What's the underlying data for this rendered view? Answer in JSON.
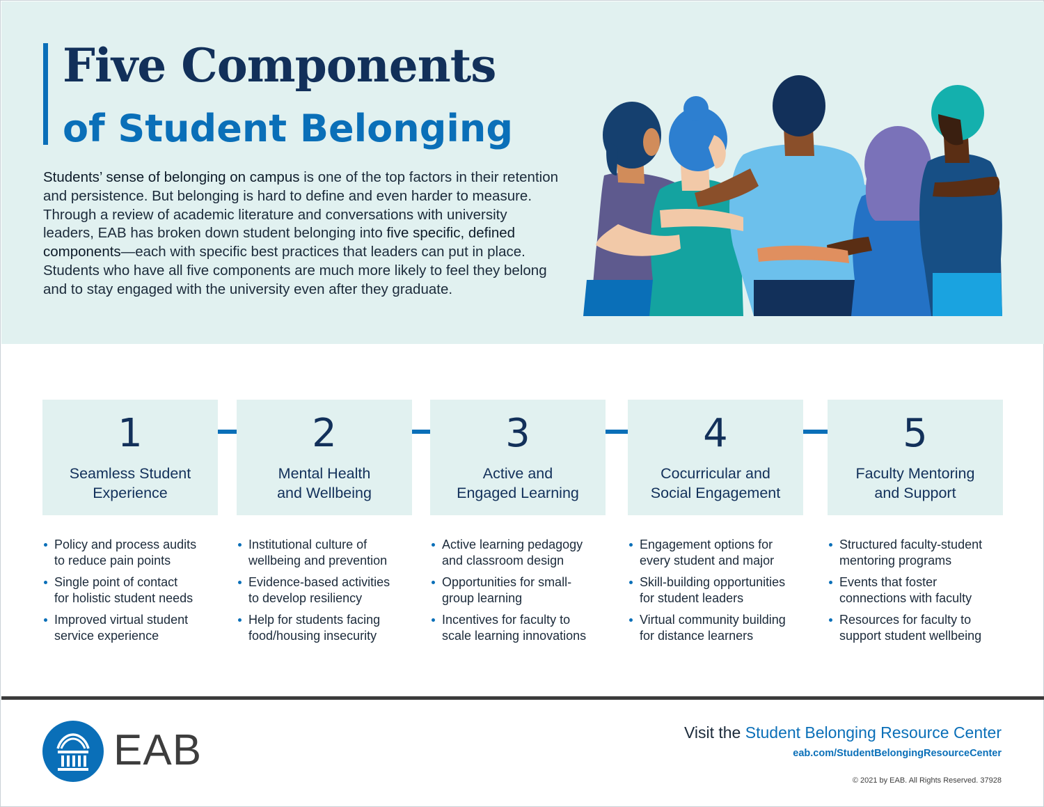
{
  "header": {
    "title_line1": "Five Components",
    "title_line2": "of Student Belonging"
  },
  "intro": {
    "lead": "Students’ sense of belonging on campus",
    "text1": " is one of the top factors in their retention and persistence. But belonging is hard to define and even harder to measure. Through a review of academic literature and conversations with university leaders, EAB has broken down student belonging into ",
    "highlight": "five specific, defined components",
    "text2": "—each with specific best practices that leaders can put in place. Students who have all five components are much more likely to feel they belong and to stay engaged with the university even after they graduate."
  },
  "components": [
    {
      "number": "1",
      "title_line1": "Seamless Student",
      "title_line2": "Experience",
      "bullets": [
        [
          "Policy and process audits",
          "to reduce pain points"
        ],
        [
          "Single point of contact",
          "for holistic student needs"
        ],
        [
          "Improved virtual student",
          "service experience"
        ]
      ]
    },
    {
      "number": "2",
      "title_line1": "Mental Health",
      "title_line2": "and Wellbeing",
      "bullets": [
        [
          "Institutional culture of",
          "wellbeing and prevention"
        ],
        [
          "Evidence-based activities",
          "to develop resiliency"
        ],
        [
          "Help for students facing",
          "food/housing insecurity"
        ]
      ]
    },
    {
      "number": "3",
      "title_line1": "Active and",
      "title_line2": "Engaged Learning",
      "bullets": [
        [
          "Active learning pedagogy",
          "and classroom design"
        ],
        [
          "Opportunities for small-",
          "group learning"
        ],
        [
          "Incentives for faculty to",
          "scale learning innovations"
        ]
      ]
    },
    {
      "number": "4",
      "title_line1": "Cocurricular and",
      "title_line2": "Social Engagement",
      "bullets": [
        [
          "Engagement options for",
          "every student and major"
        ],
        [
          "Skill-building opportunities",
          "for student leaders"
        ],
        [
          "Virtual community building",
          "for distance learners"
        ]
      ]
    },
    {
      "number": "5",
      "title_line1": "Faculty Mentoring",
      "title_line2": "and Support",
      "bullets": [
        [
          "Structured faculty-student",
          "mentoring programs"
        ],
        [
          "Events that foster",
          "connections with faculty"
        ],
        [
          "Resources for faculty to",
          "support student wellbeing"
        ]
      ]
    }
  ],
  "footer": {
    "logo_text": "EAB",
    "logo_icon": "building-columns-icon",
    "visit_prefix": "Visit the ",
    "visit_link": "Student Belonging Resource Center",
    "url": "eab.com/StudentBelongingResourceCenter",
    "copyright": "© 2021 by EAB. All Rights Reserved. 37928"
  },
  "colors": {
    "accent_blue": "#0a6fb8",
    "navy": "#12305a",
    "hero_bg": "#e1f1f0",
    "card_bg": "#e1f1f0",
    "divider": "#3b3b3b"
  }
}
